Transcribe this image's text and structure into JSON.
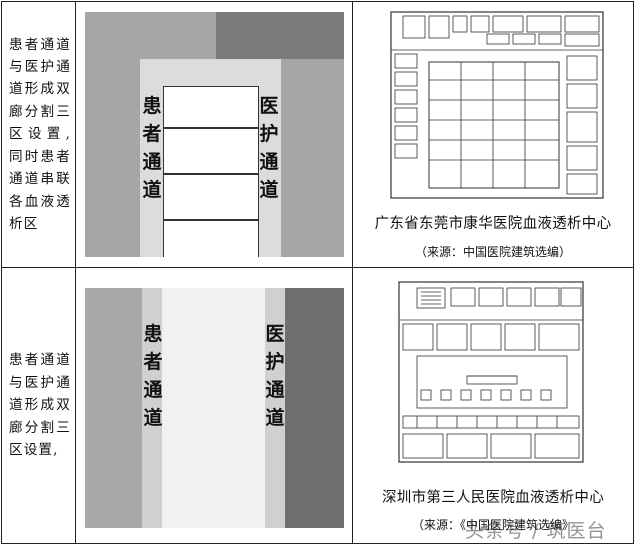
{
  "rows": [
    {
      "description": "患者通道与医护通道形成双廊分割三区设置,同时患者通道串联各血液透析区",
      "diagram": {
        "left_label": "患者通道",
        "right_label": "医护通道"
      },
      "caption": "广东省东莞市康华医院血液透析中心",
      "source": "（来源：中国医院建筑选编）"
    },
    {
      "description": "患者通道与医护通道形成双廊分割三区设置,",
      "diagram": {
        "left_label": "患者通道",
        "right_label": "医护通道"
      },
      "caption": "深圳市第三人民医院血液透析中心",
      "source": "（来源：《中国医院建筑选编》"
    }
  ],
  "watermark": "头条号 / 筑医台",
  "colors": {
    "border": "#222222",
    "zone_light": "#a6a6a6",
    "zone_dark": "#7b7b7b",
    "corridor": "#dcdcdc",
    "core": "#ffffff"
  }
}
